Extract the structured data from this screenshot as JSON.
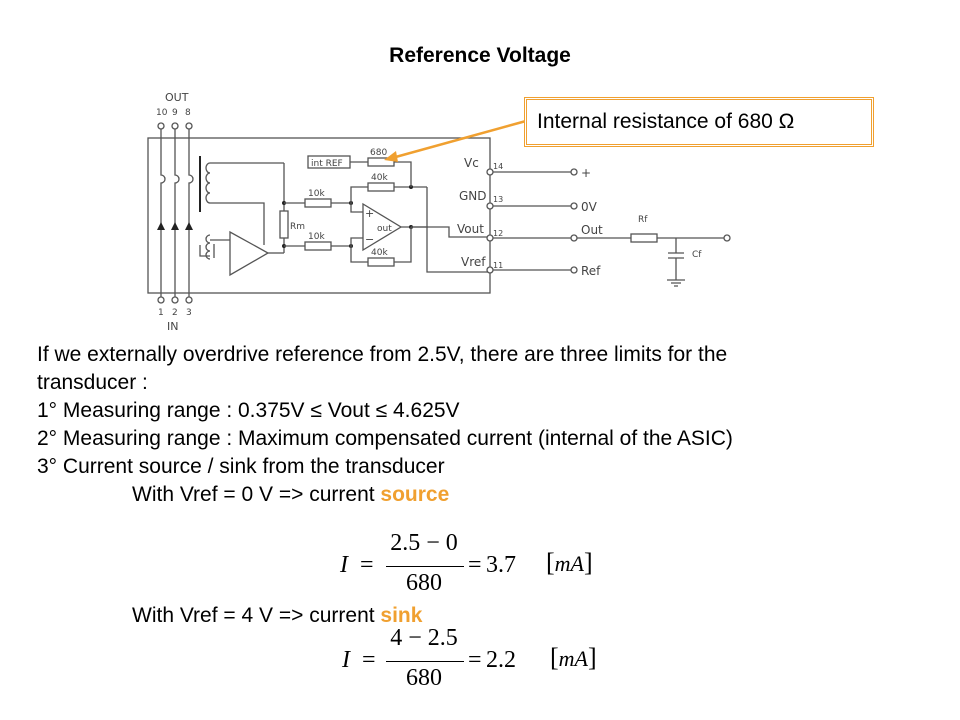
{
  "title": "Reference Voltage",
  "callout": {
    "text": "Internal resistance of 680 Ω",
    "color": "#f0a030"
  },
  "schematic": {
    "out_label": "OUT",
    "out_pins": [
      "10",
      "9",
      "8"
    ],
    "in_label": "IN",
    "in_pins": [
      "1",
      "2",
      "3"
    ],
    "int_ref_label": "int REF",
    "r_ref_label": "680",
    "r_feedback_top": "40k",
    "r_feedback_bottom": "40k",
    "r_in_top": "10k",
    "r_in_bottom": "10k",
    "rm_label": "Rm",
    "opamp_plus": "+",
    "opamp_minus": "−",
    "opamp_out": "out",
    "pins": [
      {
        "name": "Vc",
        "num": "14",
        "ext": "+"
      },
      {
        "name": "GND",
        "num": "13",
        "ext": "0V"
      },
      {
        "name": "Vout",
        "num": "12",
        "ext": "Out"
      },
      {
        "name": "Vref",
        "num": "11",
        "ext": "Ref"
      }
    ],
    "rf_label": "Rf",
    "cf_label": "Cf"
  },
  "body": {
    "line1": "If we externally overdrive reference from 2.5V, there are three limits for the",
    "line2": "transducer  :",
    "line3": "1° Measuring range : 0.375V ≤ Vout ≤ 4.625V",
    "line4": "2° Measuring range : Maximum compensated current (internal of the ASIC)",
    "line5": "3° Current source / sink from the transducer",
    "case1_prefix": "With Vref = 0 V => current ",
    "case1_highlight": "source",
    "case2_prefix": "With Vref = 4 V => current ",
    "case2_highlight": "sink"
  },
  "equations": [
    {
      "lhs": "I",
      "numerator": "2.5 − 0",
      "denominator": "680",
      "result": "3.7",
      "unit": "mA"
    },
    {
      "lhs": "I",
      "numerator": "4 − 2.5",
      "denominator": "680",
      "result": "2.2",
      "unit": "mA"
    }
  ]
}
